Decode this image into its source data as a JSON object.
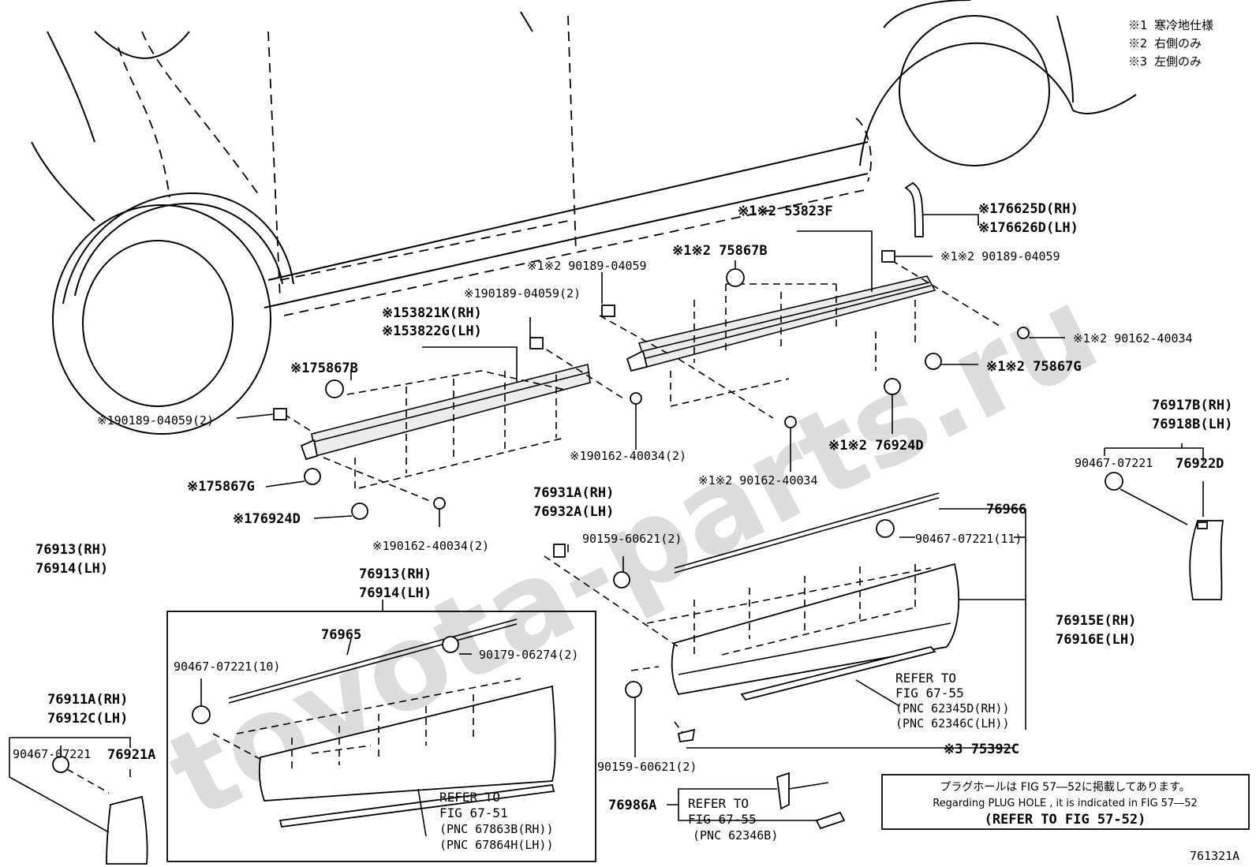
{
  "watermark": "toyota-parts.ru",
  "notes": [
    "※1 寒冷地仕様",
    "※2 右側のみ",
    "※3 左側のみ"
  ],
  "labels": {
    "l76625": "※176625D(RH)",
    "l76626": "※176626D(LH)",
    "l53823": "※1※2 53823F",
    "l75867b_r": "※1※2 75867B",
    "l90189_tr": "※1※2 90189-04059",
    "l90189_tc": "※1※2 90189-04059",
    "l90189_c2": "※190189-04059(2)",
    "l53821": "※153821K(RH)",
    "l53822": "※153822G(LH)",
    "l75867b_l": "※175867B",
    "l90189_l2": "※190189-04059(2)",
    "l90162_r1": "※1※2 90162-40034",
    "l75867g_r": "※1※2 75867G",
    "l76924d_r": "※1※2 76924D",
    "l90162_c2": "※190162-40034(2)",
    "l90162_r2": "※1※2 90162-40034",
    "l75867g_l": "※175867G",
    "l76924d_l": "※176924D",
    "l90162_l2": "※190162-40034(2)",
    "l76917b": "76917B(RH)",
    "l76918b": "76918B(LH)",
    "l90467_rr": "90467-07221",
    "l76922d": "76922D",
    "l76931a": "76931A(RH)",
    "l76932a": "76932A(LH)",
    "l90159_t": "90159-60621(2)",
    "l76966": "76966",
    "l90467_11": "90467-07221(11)",
    "l76913_a": "76913(RH)",
    "l76914_a": "76914(LH)",
    "l76913_b": "76913(RH)",
    "l76914_b": "76914(LH)",
    "l76915e": "76915E(RH)",
    "l76916e": "76916E(LH)",
    "l76965": "76965",
    "l90467_10": "90467-07221(10)",
    "l90179": "90179-06274(2)",
    "l76911a": "76911A(RH)",
    "l76912c": "76912C(LH)",
    "l90467_fl": "90467-07221",
    "l76921a": "76921A",
    "ref1_a": "REFER TO",
    "ref1_b": "FIG 67-55",
    "ref1_c": "(PNC 62345D(RH))",
    "ref1_d": "(PNC 62346C(LH))",
    "l75392c": "※3 75392C",
    "l90159_b": "90159-60621(2)",
    "ref2_a": "REFER TO",
    "ref2_b": "FIG 67-51",
    "ref2_c": "(PNC 67863B(RH))",
    "ref2_d": "(PNC 67864H(LH))",
    "l76986a": "76986A",
    "ref3_a": "REFER TO",
    "ref3_b": "FIG 67-55",
    "ref3_c": "(PNC 62346B)",
    "figure_id": "761321A"
  },
  "plug_note": {
    "line1": "プラグホールは FIG 57―52に掲載してあります。",
    "line2": "Regarding  PLUG HOLE , it is indicated in FIG  57―52",
    "line3": "(REFER TO FIG 57-52)"
  }
}
